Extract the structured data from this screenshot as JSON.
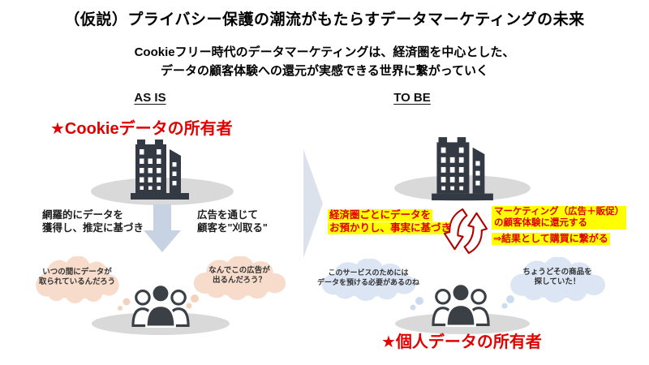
{
  "slide": {
    "title": "（仮説）プライバシー保護の潮流がもたらすデータマーケティングの未来",
    "subtitle_line1": "Cookieフリー時代のデータマーケティングは、経済圏を中心とした、",
    "subtitle_line2": "データの顧客体験への還元が実感できる世界に繋がっていく"
  },
  "headers": {
    "as_is": "AS IS",
    "to_be": "TO BE"
  },
  "as_is": {
    "owner_label": "★Cookieデータの所有者",
    "process_left": {
      "line1": "網羅的にデータを",
      "line2": "獲得し、推定に基づき"
    },
    "process_right": {
      "line1": "広告を通じて",
      "line2": "顧客を\"刈取る\""
    },
    "thought_left": {
      "line1": "いつの間にデータが",
      "line2": "取られているんだろう"
    },
    "thought_right": {
      "line1": "なんでこの広告が",
      "line2": "出るんだろう？"
    }
  },
  "to_be": {
    "owner_label": "★個人データの所有者",
    "highlight_left": {
      "line1": "経済圏ごとにデータを",
      "line2": "お預かりし、事実に基づき"
    },
    "highlight_right": {
      "line1": "マーケティング（広告＋販促）",
      "line2": "の顧客体験に還元する",
      "line3": "⇒結果として購買に繋がる"
    },
    "thought_left": {
      "line1": "このサービスのためには",
      "line2": "データを預ける必要があるのね"
    },
    "thought_right": {
      "line1": "ちょうどその商品を",
      "line2": "探していた！"
    }
  },
  "icons": {
    "building": "building-icon",
    "people": "people-group-icon",
    "down_arrow": "down-arrow-icon",
    "transition_arrow": "right-transition-arrow-icon",
    "cycle": "cycle-arrows-icon"
  },
  "colors": {
    "accent_red": "#e00000",
    "highlight_yellow": "#ffff00",
    "dark_red_outline": "#b00000",
    "icon_dark": "#333a44",
    "cloud_peach": "#f8dccb",
    "cloud_blue": "#dbe5f3",
    "down_arrow_blue": "#c7d2e3",
    "transition_arrow_gray": "#dce2ec",
    "shadow_gray": "#d9d9d9"
  }
}
